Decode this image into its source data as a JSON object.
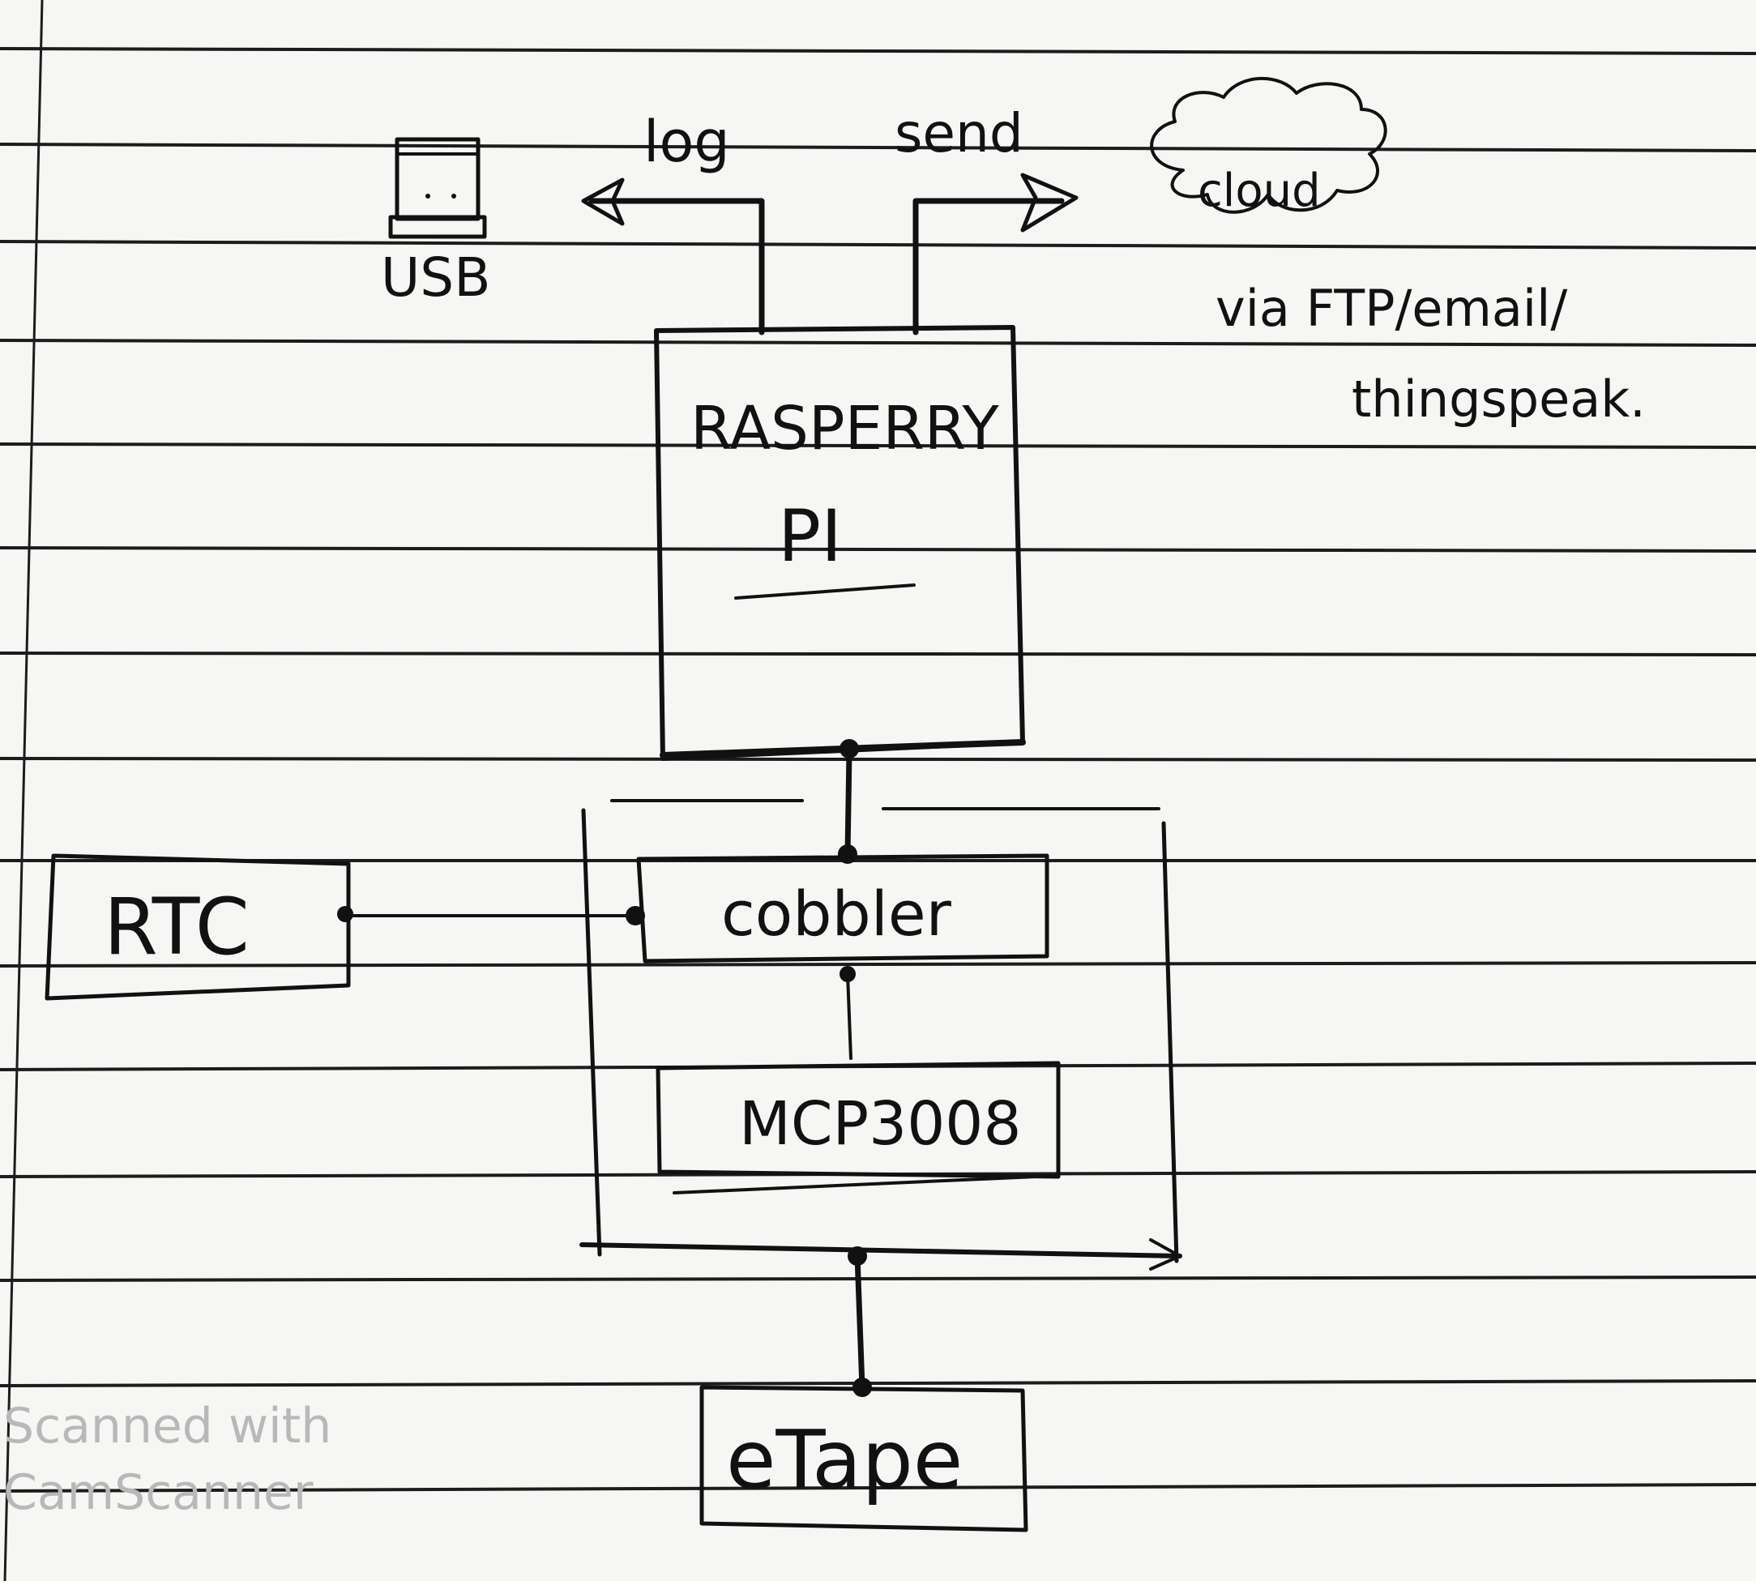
{
  "diagram": {
    "labels": {
      "usb": "USB",
      "log": "log",
      "send": "send",
      "cloud": "cloud",
      "via_line1": "via FTP/email/",
      "via_line2": "thingspeak.",
      "raspberry": "RASPERRY",
      "pi": "PI",
      "rtc": "RTC",
      "cobbler": "cobbler",
      "mcp3008": "MCP3008",
      "etape": "eTape"
    },
    "edges": [
      {
        "from": "raspberry-pi",
        "to": "usb",
        "label": "log"
      },
      {
        "from": "raspberry-pi",
        "to": "cloud",
        "label": "send"
      },
      {
        "from": "raspberry-pi",
        "to": "cobbler"
      },
      {
        "from": "rtc",
        "to": "cobbler"
      },
      {
        "from": "cobbler",
        "to": "mcp3008"
      },
      {
        "from": "breadboard",
        "to": "etape"
      }
    ]
  },
  "watermark": {
    "line1": "Scanned with",
    "line2": "CamScanner"
  },
  "colors": {
    "paper": "#f6f6f4",
    "ink": "#111111",
    "watermark": "#b8b8b8"
  }
}
